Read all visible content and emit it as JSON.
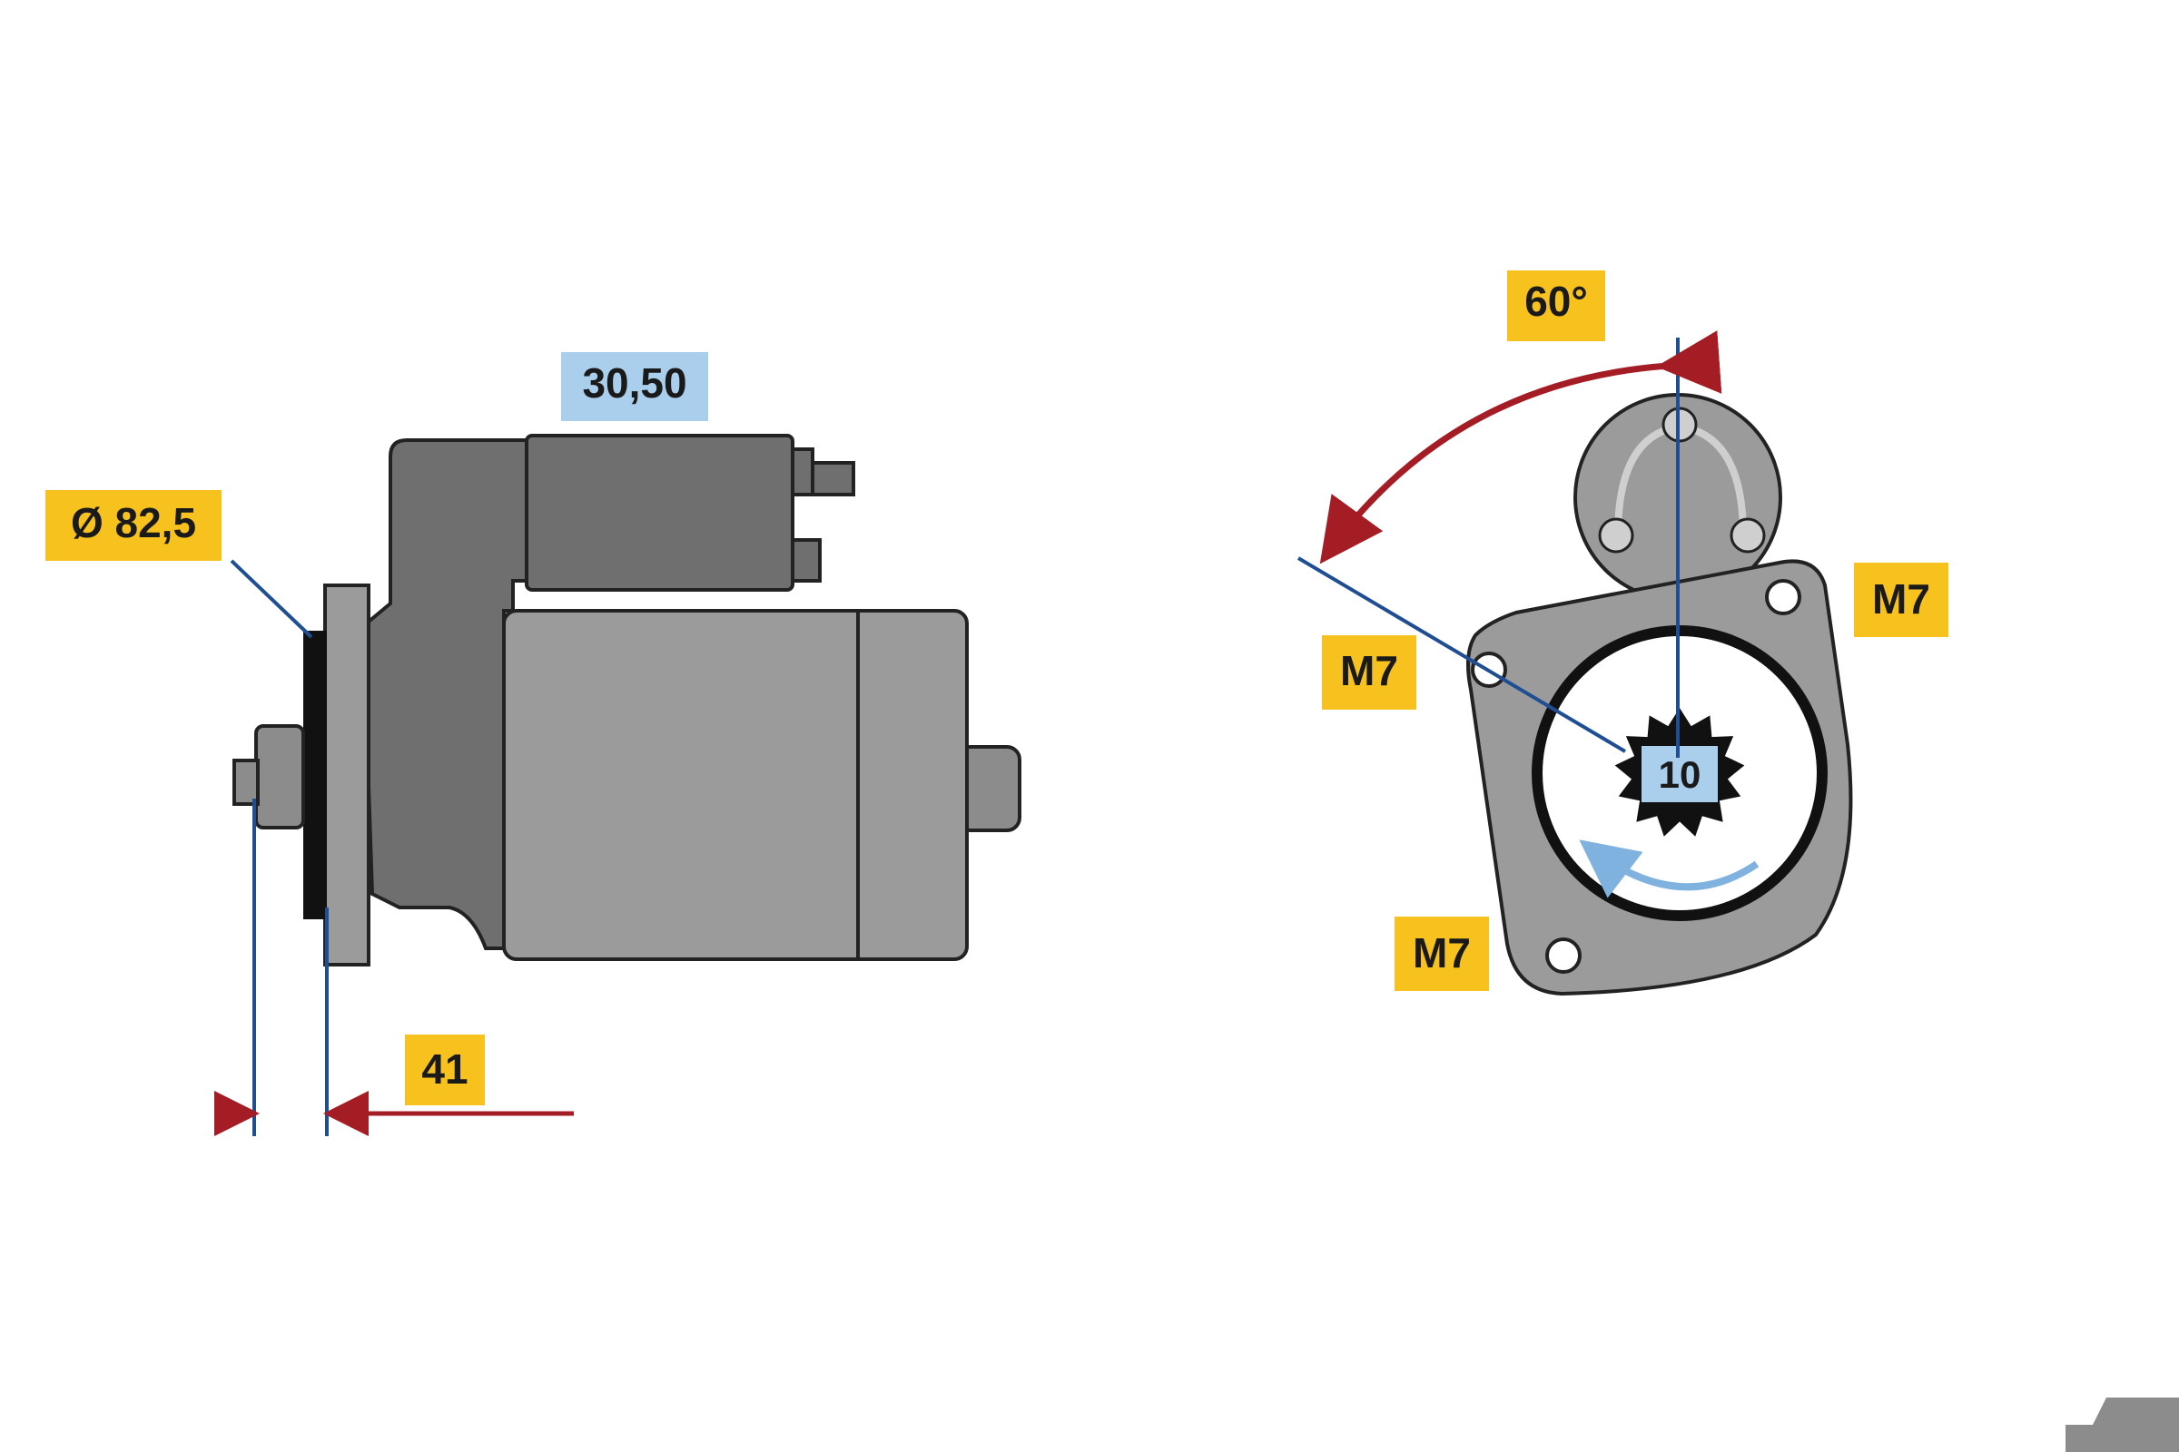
{
  "labels": {
    "body_diameter": "Ø 82,5",
    "terminal_size": "30,50",
    "flange_offset": "41",
    "rotation_angle": "60°",
    "bolt_top_right": "M7",
    "bolt_left": "M7",
    "bolt_bottom": "M7",
    "pinion_teeth": "10"
  },
  "colors": {
    "yellow_label": "#f7c21e",
    "blue_label": "#a9cfec",
    "dimension_blue": "#1f4e93",
    "arrow_red": "#a51d24",
    "rotation_arrow": "#7fb2df",
    "body_grey": "#9b9b9b",
    "dark_grey": "#6f6f6f",
    "outline": "#222222"
  }
}
